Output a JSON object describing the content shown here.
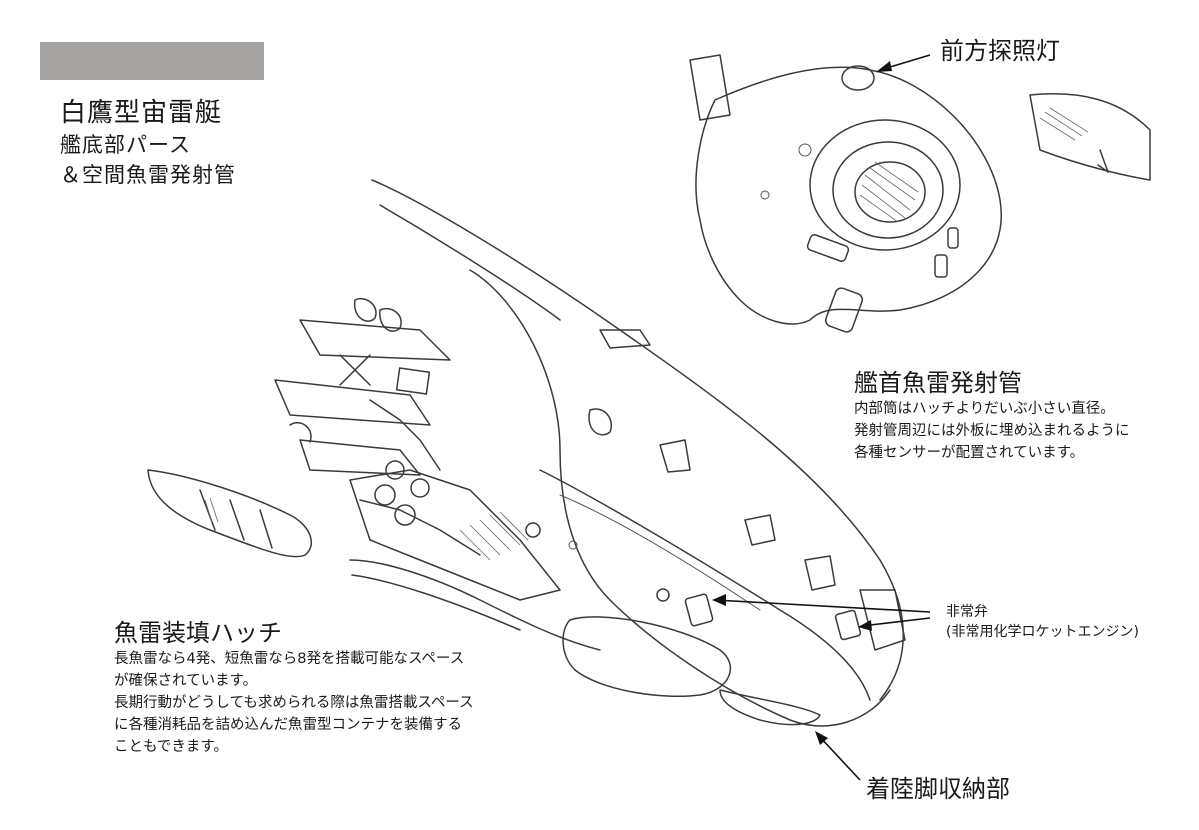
{
  "title": {
    "main": "白鷹型宙雷艇",
    "sub1": "艦底部パース",
    "sub2": "＆空間魚雷発射管"
  },
  "callouts": {
    "searchlight": "前方探照灯",
    "bow_tube": {
      "heading": "艦首魚雷発射管",
      "lines": [
        "内部筒はハッチよりだいぶ小さい直径。",
        "発射管周辺には外板に埋め込まれるように",
        "各種センサーが配置されています。"
      ]
    },
    "emergency_valve": {
      "line1": "非常弁",
      "line2": "(非常用化学ロケットエンジン)"
    },
    "torpedo_hatch": {
      "heading": "魚雷装填ハッチ",
      "lines": [
        "長魚雷なら4発、短魚雷なら8発を搭載可能なスペース",
        "が確保されています。",
        "長期行動がどうしても求められる際は魚雷搭載スペース",
        "に各種消耗品を詰め込んだ魚雷型コンテナを装備する",
        "こともできます。"
      ]
    },
    "landing_gear": "着陸脚収納部"
  },
  "colors": {
    "header_bar": "#a8a3a3",
    "ink": "#3a3a3a"
  }
}
